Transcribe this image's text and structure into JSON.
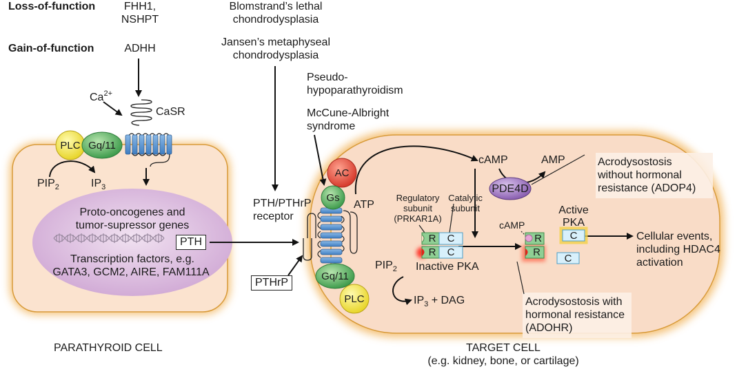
{
  "legend": {
    "loss_label": "Loss-of-function",
    "loss_value_1": "FHH1,",
    "loss_value_2": "NSHPT",
    "gain_label": "Gain-of-function",
    "gain_value": "ADHH"
  },
  "diseases": {
    "blomstrand_1": "Blomstrand’s lethal",
    "blomstrand_2": "chondrodysplasia",
    "jansen_1": "Jansen’s metaphyseal",
    "jansen_2": "chondrodysplasia",
    "pseudo_1": "Pseudo-",
    "pseudo_2": "hypoparathyroidism",
    "mccune_1": "McCune-Albright",
    "mccune_2": "syndrome",
    "adop4_1": "Acrodysostosis",
    "adop4_2": "without hormonal",
    "adop4_3": "resistance (ADOP4)",
    "adohr_1": "Acrodysostosis with",
    "adohr_2": "hormonal resistance",
    "adohr_3": "(ADOHR)"
  },
  "parathyroid": {
    "ca_label": "Ca",
    "ca_sup": "2+",
    "casr_label": "CaSR",
    "plc_label": "PLC",
    "gq_label": "Gq/11",
    "pip_label": "PIP",
    "pip_sub": "2",
    "ip_label": "IP",
    "ip_sub": "3",
    "nucleus_line_1": "Proto-oncogenes and",
    "nucleus_line_2": "tumor-supressor genes",
    "pth_box": "PTH",
    "tf_line_1": "Transcription factors, e.g.",
    "tf_line_2": "GATA3, GCM2, AIRE, FAM111A",
    "cell_label": "PARATHYROID CELL"
  },
  "receptor": {
    "label_1": "PTH/PTHrP",
    "label_2": "receptor",
    "pthrp_box": "PTHrP",
    "ac_label": "AC",
    "gs_label": "Gs",
    "gq_label": "Gq/11",
    "plc_label": "PLC"
  },
  "target": {
    "atp_label": "ATP",
    "camp_label": "cAMP",
    "amp_label": "AMP",
    "pde4d_label": "PDE4D",
    "pip_label": "PIP",
    "pip_sub": "2",
    "ip3dag_label": "IP",
    "ip3dag_sub": "3",
    "ip3dag_rest": " + DAG",
    "reg_1": "Regulatory",
    "reg_2": "subunit",
    "reg_3": "(PRKAR1A)",
    "cat_1": "Catalytic",
    "cat_2": "subunit",
    "r_label": "R",
    "c_label": "C",
    "inactive_pka": "Inactive PKA",
    "camp_small": "cAMP",
    "active_1": "Active",
    "active_2": "PKA",
    "events_1": "Cellular events,",
    "events_2": "including HDAC4",
    "events_3": "activation",
    "cell_label_1": "TARGET CELL",
    "cell_label_2": "(e.g. kidney, bone,  or cartilage)"
  },
  "colors": {
    "cell_fill": "#f9dcc4",
    "cell_border": "#e9a93f",
    "nucleus": "#d7b6db",
    "plc": "#f2e84a",
    "gq": "#5fb569",
    "ac": "#e24b3d",
    "pde4d": "#9b74b8",
    "helix": "#5b93cf"
  }
}
